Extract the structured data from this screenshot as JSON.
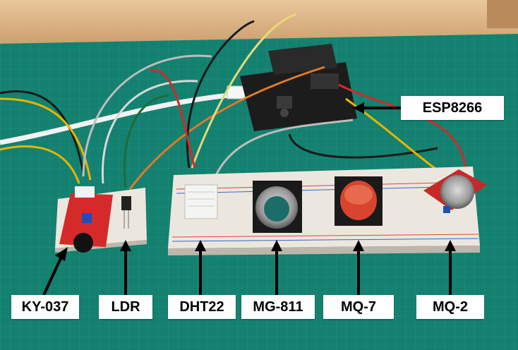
{
  "labels": {
    "ky037": "KY-037",
    "ldr": "LDR",
    "dht22": "DHT22",
    "mg811": "MG-811",
    "mq7": "MQ-7",
    "mq2": "MQ-2",
    "esp8266": "ESP8266"
  },
  "colors": {
    "cutting_mat": "#14806f",
    "breadboard": "#ece7de",
    "esp_board": "#1c1c1c",
    "red_module": "#d42a2a",
    "mq7_cap": "#d8442e"
  }
}
